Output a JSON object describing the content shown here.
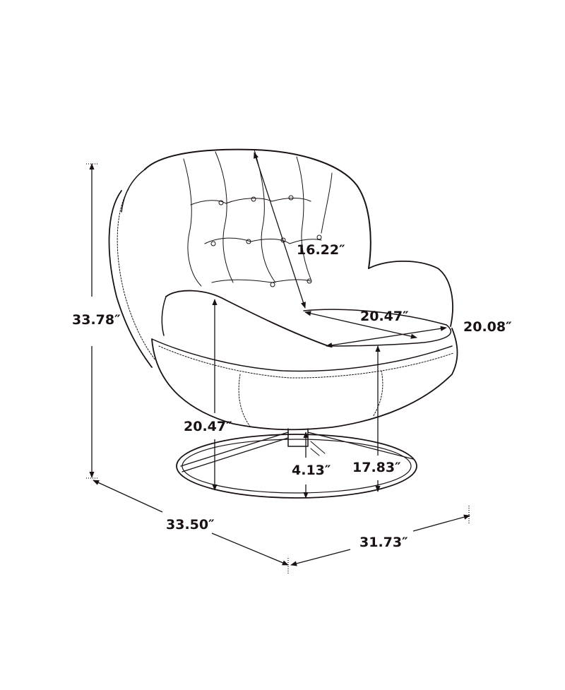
{
  "diagram": {
    "subject": "Swivel accent chair dimension drawing",
    "style": "line-art sketch",
    "colors": {
      "line": "#1a1212",
      "background": "#ffffff"
    },
    "dimensions": {
      "overall_height": "33.78″",
      "backrest_height": "16.22″",
      "seat_depth": "20.47″",
      "seat_width": "20.08″",
      "arm_height": "20.47″",
      "base_height": "4.13″",
      "seat_height": "17.83″",
      "overall_depth": "33.50″",
      "overall_width": "31.73″"
    }
  }
}
